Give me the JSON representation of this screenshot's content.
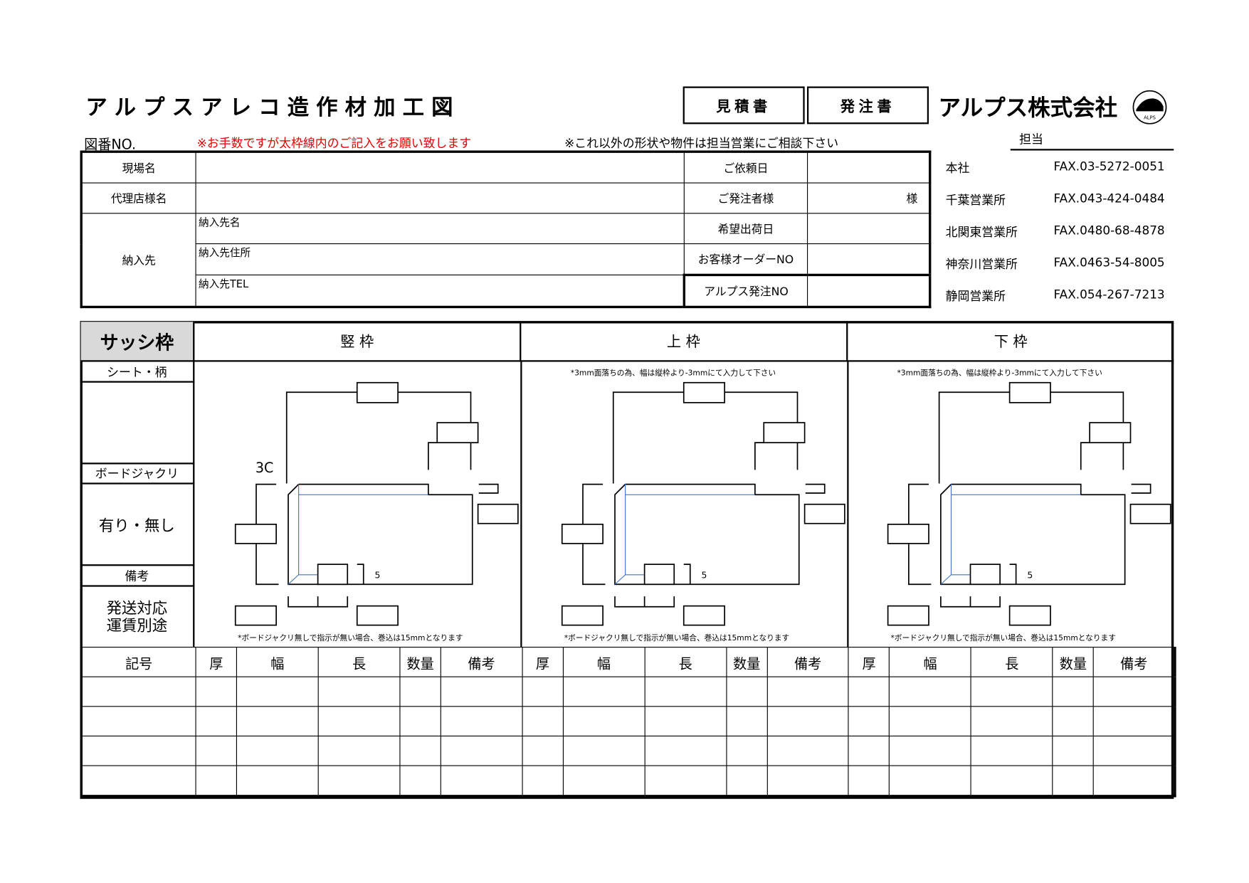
{
  "header": {
    "title": "アルプスアレコ造作材加工図",
    "estimate_label": "見積書",
    "order_label": "発注書",
    "company_logo": "アルプス株式会社",
    "logo_mark": "ALPS",
    "drawing_no_label": "図番NO.",
    "fill_request": "※お手数ですが太枠線内のご記入をお願い致します",
    "consult_notice": "※これ以外の形状や物件は担当営業にご相談下さい",
    "staff_label": "担当"
  },
  "order_form": {
    "site_name": "現場名",
    "agency_name": "代理店様名",
    "delivery": "納入先",
    "delivery_name": "納入先名",
    "delivery_address": "納入先住所",
    "delivery_tel": "納入先TEL",
    "request_date": "ご依頼日",
    "orderer": "ご発注者様",
    "orderer_suffix": "様",
    "ship_date": "希望出荷日",
    "customer_order_no": "お客様オーダーNO",
    "alps_order_no": "アルプス発注NO"
  },
  "offices": [
    {
      "name": "本社",
      "fax": "FAX.03-5272-0051"
    },
    {
      "name": "千葉営業所",
      "fax": "FAX.043-424-0484"
    },
    {
      "name": "北関東営業所",
      "fax": "FAX.0480-68-4878"
    },
    {
      "name": "神奈川営業所",
      "fax": "FAX.0463-54-8005"
    },
    {
      "name": "静岡営業所",
      "fax": "FAX.054-267-7213"
    }
  ],
  "sash": {
    "title": "サッシ枠",
    "sheet_label": "シート・柄",
    "board_label": "ボードジャクリ",
    "board_value": "有り・無し",
    "remarks_label": "備考",
    "shipping_line1": "発送対応",
    "shipping_line2": "運賃別途",
    "panels": [
      {
        "title": "竪 枠",
        "top_note": "",
        "dim_label": "3C",
        "small_dim": "5",
        "bottom_note": "*ボードジャクリ無しで指示が無い場合、巻込は15mmとなります"
      },
      {
        "title": "上 枠",
        "top_note": "*3mm面落ちの為、幅は縦枠より-3mmにて入力して下さい",
        "dim_label": "",
        "small_dim": "5",
        "bottom_note": "*ボードジャクリ無しで指示が無い場合、巻込は15mmとなります"
      },
      {
        "title": "下 枠",
        "top_note": "*3mm面落ちの為、幅は縦枠より-3mmにて入力して下さい",
        "dim_label": "",
        "small_dim": "5",
        "bottom_note": "*ボードジャクリ無しで指示が無い場合、巻込は15mmとなります"
      }
    ]
  },
  "list": {
    "symbol_label": "記号",
    "columns": [
      "厚",
      "幅",
      "長",
      "数量",
      "備考"
    ]
  }
}
